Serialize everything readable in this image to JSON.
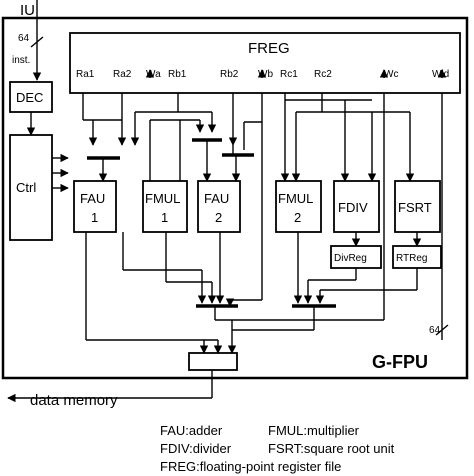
{
  "diagram": {
    "top_input": "IU",
    "bus_width_top": "64",
    "bus_label_top": "inst.",
    "bus_width_right": "64",
    "blocks": {
      "freg": "FREG",
      "dec": "DEC",
      "ctrl": "Ctrl",
      "fau1_name": "FAU",
      "fau1_num": "1",
      "fmul1_name": "FMUL",
      "fmul1_num": "1",
      "fau2_name": "FAU",
      "fau2_num": "2",
      "fmul2_name": "FMUL",
      "fmul2_num": "2",
      "fdiv": "FDIV",
      "divreg": "DivReg",
      "fsrt": "FSRT",
      "rtreg": "RTReg"
    },
    "ports": [
      "Ra1",
      "Ra2",
      "Wa",
      "Rb1",
      "Rb2",
      "Wb",
      "Rc1",
      "Rc2",
      "Wc",
      "Wld"
    ],
    "title": "G-FPU",
    "output": "data memory",
    "legend": [
      "FAU:adder",
      "FMUL:multiplier",
      "FDIV:divider",
      "FSRT:square root unit",
      "FREG:floating-point register file"
    ]
  }
}
